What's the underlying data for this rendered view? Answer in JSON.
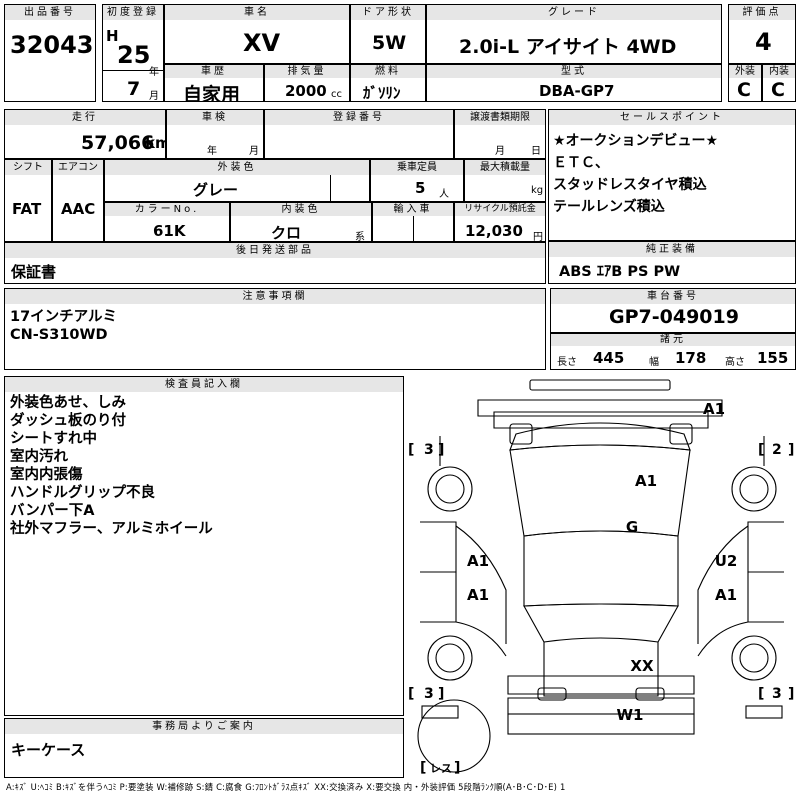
{
  "header": {
    "lot_no_label": "出品番号",
    "lot_no": "32043",
    "first_reg_label": "初度登録",
    "era_letter": "H",
    "year": "25",
    "year_unit": "年",
    "month": "7",
    "month_unit": "月",
    "car_name_label": "車名",
    "car_name": "XV",
    "door_label": "ドア形状",
    "door": "5W",
    "grade_label": "グレード",
    "grade": "2.0i-L アイサイト 4WD",
    "score_label": "評価点",
    "score": "4",
    "history_label": "車歴",
    "history": "自家用",
    "displacement_label": "排気量",
    "displacement": "2000",
    "displacement_unit": "cc",
    "fuel_label": "燃料",
    "fuel": "ｶﾞｿﾘﾝ",
    "model_label": "型式",
    "model": "DBA-GP7",
    "exterior_label": "外装",
    "exterior": "C",
    "interior_label": "内装",
    "interior": "C"
  },
  "row2": {
    "mileage_label": "走行",
    "mileage": "57,066",
    "mileage_unit": "km",
    "inspection_label": "車検",
    "ym_year": "年",
    "ym_month": "月",
    "reg_no_label": "登録番号",
    "transfer_label": "譲渡書類期限",
    "transfer_month": "月",
    "transfer_day": "日",
    "shift_label": "シフト",
    "shift": "FAT",
    "ac_label": "エアコン",
    "ac": "AAC",
    "color_label": "外装色",
    "color": "グレー",
    "capacity_label": "乗車定員",
    "capacity": "5",
    "capacity_unit": "人",
    "max_load_label": "最大積載量",
    "max_load_unit": "kg",
    "color_no_label": "カラーNo.",
    "color_no": "61K",
    "int_color_label": "内装色",
    "int_color": "クロ",
    "int_color_unit": "系",
    "import_label": "輸入車",
    "recycle_label": "リサイクル預託金",
    "recycle": "12,030",
    "recycle_unit": "円"
  },
  "sales_points": {
    "label": "セールスポイント",
    "items": [
      "★オークションデビュー★",
      "ＥＴＣ、",
      "スタッドレスタイヤ積込",
      "テールレンズ積込"
    ]
  },
  "later_parts": {
    "label": "後日発送部品",
    "value": "保証書"
  },
  "genuine": {
    "label": "純正装備",
    "value": "ABS ｴｱB PS PW"
  },
  "notes": {
    "label": "注意事項欄",
    "items": [
      "17インチアルミ",
      "CN-S310WD"
    ]
  },
  "chassis": {
    "label": "車台番号",
    "value": "GP7-049019"
  },
  "dims": {
    "label": "諸元",
    "length_label": "長さ",
    "length": "445",
    "width_label": "幅",
    "width": "178",
    "height_label": "高さ",
    "height": "155"
  },
  "inspector": {
    "label": "検査員記入欄",
    "items": [
      "外装色あせ、しみ",
      "ダッシュ板のり付",
      "シートすれ中",
      "室内汚れ",
      "室内内張傷",
      "ハンドルグリップ不良",
      "バンパー下A",
      "社外マフラー、アルミホイール"
    ]
  },
  "office": {
    "label": "事務局よりご案内",
    "value": "キーケース"
  },
  "diagram": {
    "marks": [
      "A1",
      "A1",
      "G",
      "A1",
      "U2",
      "A1",
      "A1",
      "XX",
      "W1"
    ],
    "tire_labels": [
      "3",
      "2",
      "3",
      "3"
    ],
    "spare_label": "レス"
  },
  "legend": "A:ｷｽﾞ U:ﾍｺﾐ B:ｷｽﾞを伴うﾍｺﾐ P:要塗装 W:補修跡 S:錆 C:腐食 G:ﾌﾛﾝﾄｶﾞﾗｽ点ｷｽﾞ XX:交換済み X:要交換  内・外装評価 5段階ﾗﾝｸ順(A･B･C･D･E) 1"
}
